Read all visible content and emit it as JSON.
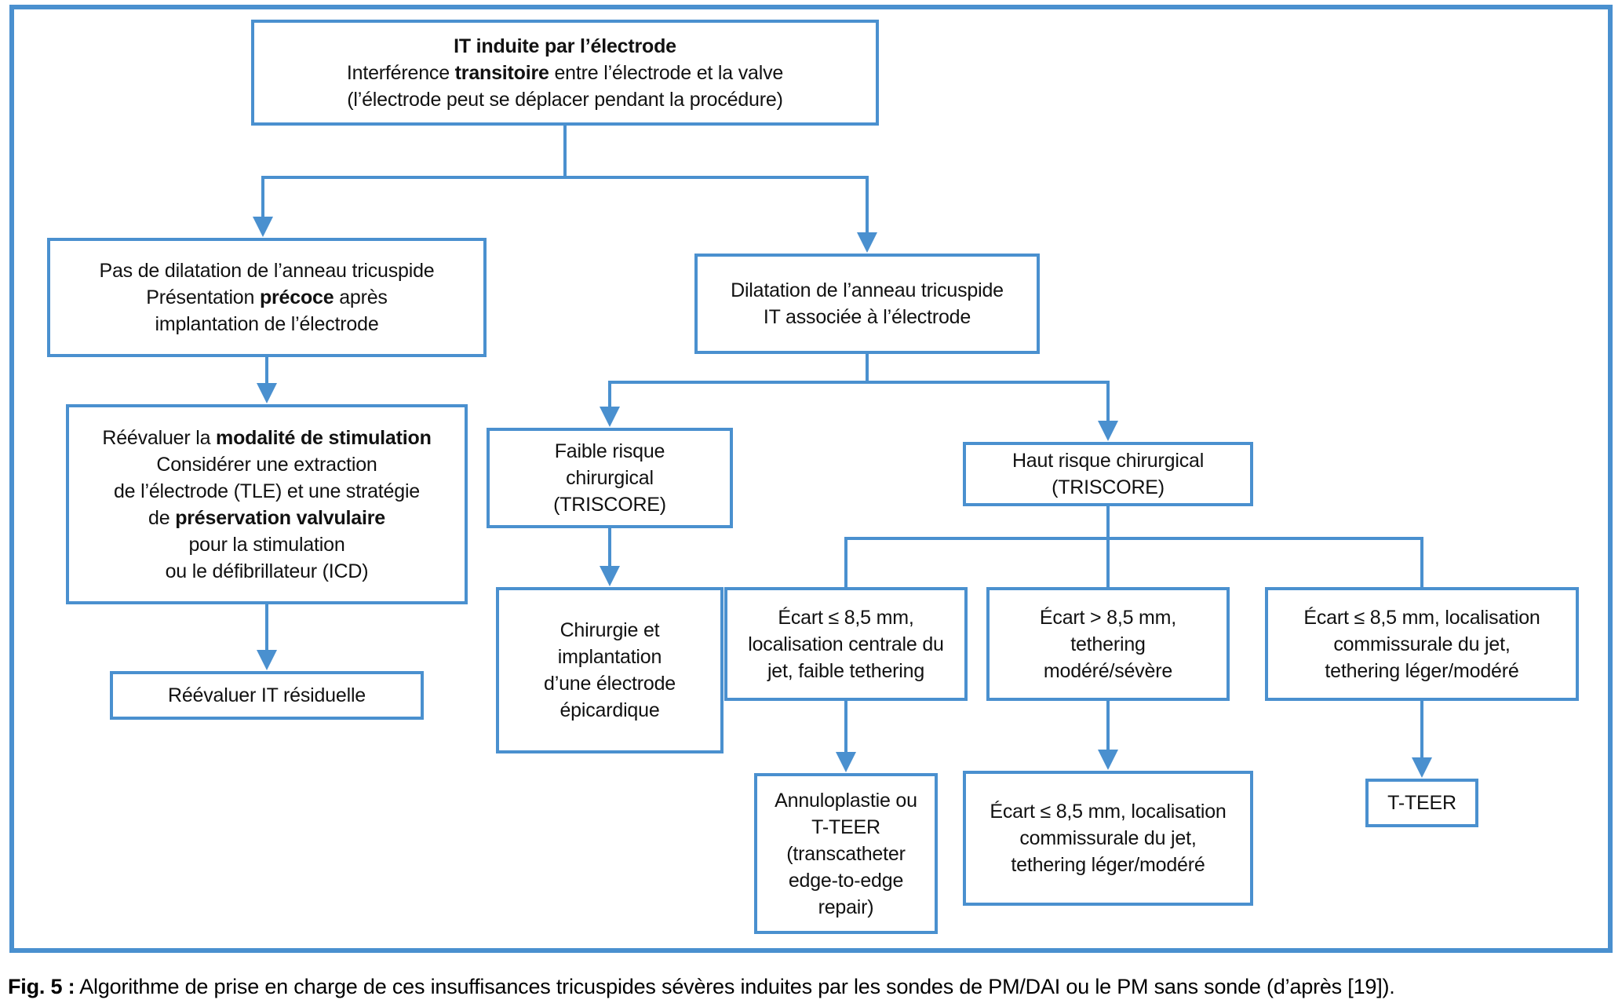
{
  "colors": {
    "accent_blue": "#4a90cf",
    "text": "#111111",
    "background": "#ffffff"
  },
  "nodes": {
    "root": {
      "line1": "IT induite par l’électrode",
      "line2_pre": "Interférence ",
      "line2_bold": "transitoire",
      "line2_post": " entre l’électrode et la valve",
      "line3": "(l’électrode peut se déplacer pendant la procédure)"
    },
    "no_dilatation": {
      "line1": "Pas de dilatation de l’anneau tricuspide",
      "line2_pre": "Présentation ",
      "line2_bold": "précoce",
      "line2_post": " après",
      "line3": "implantation de l’électrode"
    },
    "dilatation": {
      "text": "Dilatation de l’anneau tricuspide\nIT associée à l’électrode"
    },
    "reassess_pacing": {
      "line1_pre": "Réévaluer la ",
      "line1_bold": "modalité de stimulation",
      "line2": "Considérer une extraction",
      "line3": "de l’électrode (TLE) et une stratégie",
      "line4_pre": "de ",
      "line4_bold": "préservation valvulaire",
      "line5": "pour la stimulation",
      "line6": "ou le défibrillateur (ICD)"
    },
    "reassess_residual": {
      "text": "Réévaluer IT résiduelle"
    },
    "low_risk": {
      "text": "Faible risque\nchirurgical\n(TRISCORE)"
    },
    "high_risk": {
      "text": "Haut risque chirurgical\n(TRISCORE)"
    },
    "surgery_epicardial": {
      "text": "Chirurgie et\nimplantation\nd’une électrode\népicardique"
    },
    "gap_central": {
      "text": "Écart ≤ 8,5 mm,\nlocalisation centrale du\njet, faible tethering"
    },
    "gap_sup": {
      "text": "Écart > 8,5 mm,\ntethering\nmodéré/sévère"
    },
    "gap_commissural": {
      "text": "Écart ≤ 8,5 mm, localisation\ncommissurale du jet,\ntethering léger/modéré"
    },
    "annuloplasty": {
      "text": "Annuloplastie ou\nT-TEER\n(transcatheter\nedge-to-edge\nrepair)"
    },
    "gap_commissural_2": {
      "text": "Écart ≤ 8,5 mm, localisation\ncommissurale du jet,\ntethering léger/modéré"
    },
    "tteer": {
      "text": "T-TEER"
    }
  },
  "caption": {
    "prefix": "Fig. 5 :",
    "text": " Algorithme de prise en charge de ces insuffisances tricuspides sévères induites par les sondes de PM/DAI ou le PM sans sonde (d’après [19])."
  }
}
